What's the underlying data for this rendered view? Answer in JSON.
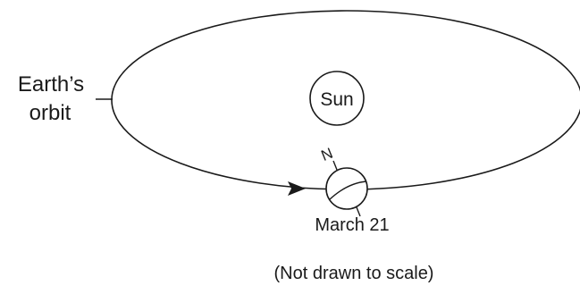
{
  "diagram": {
    "orbit_label_line1": "Earth’s",
    "orbit_label_line2": "orbit",
    "sun_label": "Sun",
    "north_label": "N",
    "date_label": "March 21",
    "note": "(Not drawn to scale)",
    "colors": {
      "ink": "#1a1a1a",
      "background": "#ffffff"
    }
  }
}
